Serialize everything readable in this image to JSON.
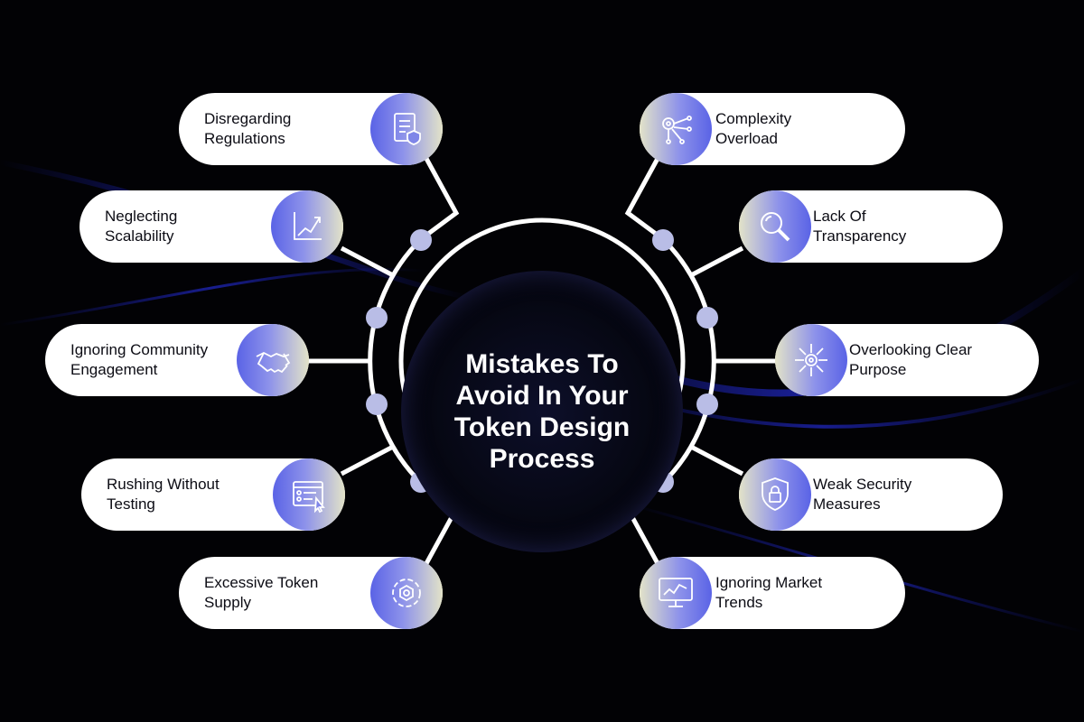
{
  "title": "Mistakes To Avoid In Your Token Design Process",
  "colors": {
    "background": "#020205",
    "pill": "#ffffff",
    "badge_start": "#5a63e6",
    "badge_end": "#e3e3c8",
    "connector": "#ffffff",
    "node": "#b9bde6"
  },
  "left_items": [
    {
      "label": "Disregarding\nRegulations",
      "icon": "document-shield-icon"
    },
    {
      "label": "Neglecting\nScalability",
      "icon": "growth-chart-icon"
    },
    {
      "label": "Ignoring Community\nEngagement",
      "icon": "handshake-icon"
    },
    {
      "label": "Rushing Without\nTesting",
      "icon": "browser-checklist-icon"
    },
    {
      "label": "Excessive Token\nSupply",
      "icon": "token-cycle-icon"
    }
  ],
  "right_items": [
    {
      "label": "Complexity\nOverload",
      "icon": "circuit-gear-icon"
    },
    {
      "label": "Lack Of\nTransparency",
      "icon": "magnifier-icon"
    },
    {
      "label": "Overlooking Clear\nPurpose",
      "icon": "target-arrows-icon"
    },
    {
      "label": "Weak Security\nMeasures",
      "icon": "shield-lock-icon"
    },
    {
      "label": "Ignoring Market\nTrends",
      "icon": "monitor-chart-icon"
    }
  ]
}
